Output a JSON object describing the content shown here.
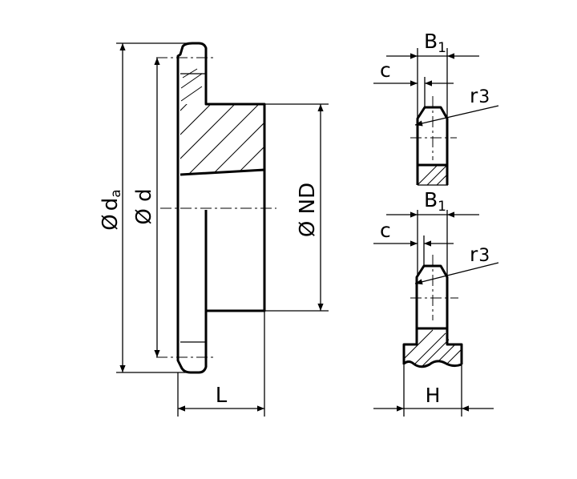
{
  "main_view": {
    "dia_tip_symbol": "Ø",
    "dia_tip_base": "d",
    "dia_tip_sub": "a",
    "pitch_dia": "Ø d",
    "hub_dia": "Ø ND",
    "hub_length": "L"
  },
  "profile_top": {
    "width": "B",
    "width_sub": "1",
    "chamfer": "c",
    "radius_base": "r",
    "radius_sub": "3"
  },
  "profile_bottom": {
    "width": "B",
    "width_sub": "1",
    "chamfer": "c",
    "radius_base": "r",
    "radius_sub": "3",
    "hub_width": "H"
  }
}
